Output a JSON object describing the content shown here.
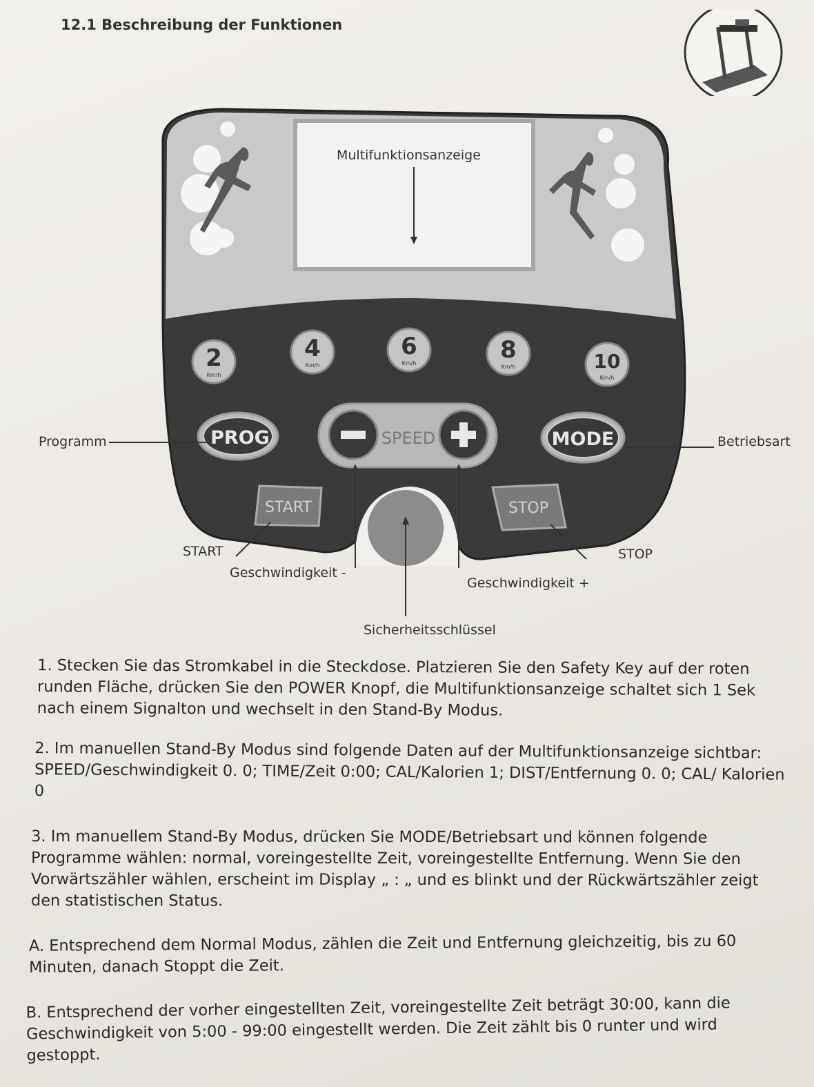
{
  "section_title": "12.1 Beschreibung der Funktionen",
  "panel": {
    "display_label": "Multifunktionsanzeige",
    "speed_buttons": [
      {
        "value": "2",
        "unit": "Km/h"
      },
      {
        "value": "4",
        "unit": "Km/h"
      },
      {
        "value": "6",
        "unit": "Km/h"
      },
      {
        "value": "8",
        "unit": "Km/h"
      },
      {
        "value": "10",
        "unit": "Km/h"
      }
    ],
    "prog_button": "PROG",
    "speed_label": "SPEED",
    "minus_symbol": "−",
    "plus_symbol": "+",
    "mode_button": "MODE",
    "start_button": "START",
    "stop_button": "STOP"
  },
  "callouts": {
    "programm": "Programm",
    "betriebsart": "Betriebsart",
    "start": "START",
    "stop": "STOP",
    "speed_minus": "Geschwindigkeit -",
    "speed_plus": "Geschwindigkeit +",
    "safety_key": "Sicherheitsschlüssel"
  },
  "paragraphs": [
    "1. Stecken Sie das Stromkabel in die Steckdose. Platzieren Sie den Safety Key auf der roten runden Fläche, drücken Sie den POWER Knopf, die Multifunktionsanzeige schaltet sich 1 Sek nach einem Signalton und wechselt in den Stand-By Modus.",
    "2. Im manuellen Stand-By Modus sind folgende Daten auf der Multifunktionsanzeige sichtbar: SPEED/Geschwindigkeit 0. 0; TIME/Zeit 0:00; CAL/Kalorien 1; DIST/Entfernung 0. 0; CAL/ Kalorien 0",
    "3. Im manuellem Stand-By Modus, drücken Sie MODE/Betriebsart und können folgende Programme wählen: normal, voreingestellte Zeit, voreingestellte Entfernung. Wenn Sie den Vorwärtszähler wählen, erscheint im Display „ : „ und es blinkt und der Rückwärtszähler zeigt den statistischen Status.",
    "A. Entsprechend dem Normal Modus, zählen die Zeit und Entfernung gleichzeitig, bis zu 60 Minuten, danach Stoppt die Zeit.",
    "B. Entsprechend der vorher eingestellten Zeit, voreingestellte Zeit beträgt 30:00, kann die Geschwindigkeit von 5:00 - 99:00 eingestellt werden. Die Zeit zählt bis 0 runter und wird gestoppt."
  ]
}
